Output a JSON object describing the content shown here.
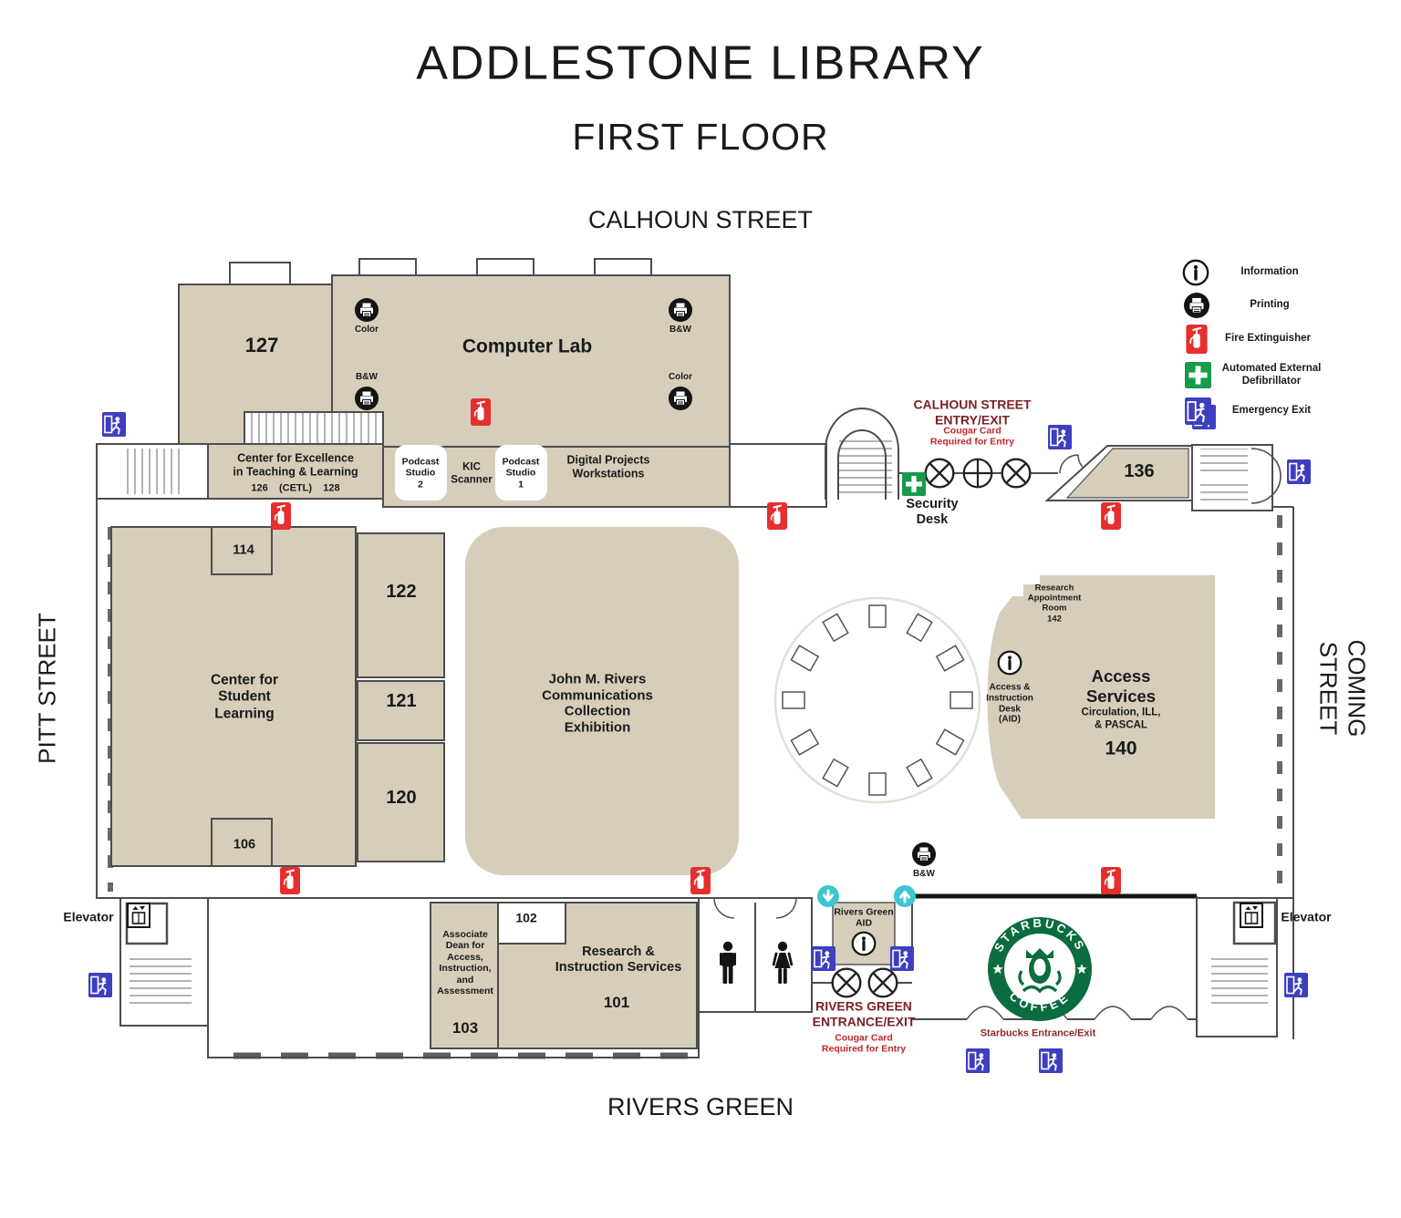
{
  "header": {
    "title": "ADDLESTONE LIBRARY",
    "subtitle": "FIRST FLOOR"
  },
  "streets": {
    "top": "CALHOUN STREET",
    "left": "PITT STREET",
    "right": "COMING STREET",
    "bottom": "RIVERS GREEN"
  },
  "legend": {
    "items": [
      {
        "icon": "information-icon",
        "label": "Information"
      },
      {
        "icon": "printing-icon",
        "label": "Printing"
      },
      {
        "icon": "fire-extinguisher-icon",
        "label": "Fire Extinguisher"
      },
      {
        "icon": "aed-icon",
        "label": "Automated External\nDefibrillator"
      },
      {
        "icon": "emergency-exit-icon",
        "label": "Emergency Exit"
      }
    ]
  },
  "rooms": {
    "room127": "127",
    "computer_lab": "Computer Lab",
    "cetl": "Center for Excellence\nin Teaching & Learning",
    "cetl_numbers": "126    (CETL)    128",
    "podcast2": "Podcast\nStudio\n2",
    "kic": "KIC\nScanner",
    "podcast1": "Podcast\nStudio\n1",
    "digital_projects": "Digital Projects\nWorkstations",
    "room114": "114",
    "room122": "122",
    "room121": "121",
    "room120": "120",
    "room106": "106",
    "csl": "Center for\nStudent\nLearning",
    "rivers_exhibition": "John M. Rivers\nCommunications\nCollection\nExhibition",
    "room136": "136",
    "research_appt": "Research\nAppointment\nRoom\n142",
    "aid_desk": "Access &\nInstruction\nDesk\n(AID)",
    "access_services": "Access\nServices",
    "access_sub": "Circulation, ILL,\n& PASCAL",
    "room140": "140",
    "assoc_dean": "Associate\nDean for\nAccess,\nInstruction,\nand\nAssessment",
    "room103": "103",
    "room102": "102",
    "research_instruction": "Research &\nInstruction Services",
    "room101": "101",
    "rivers_green_aid": "Rivers Green\nAID"
  },
  "annotations": {
    "security_desk": "Security\nDesk",
    "calhoun_entry": "CALHOUN STREET\nENTRY/EXIT",
    "calhoun_cougar": "Cougar Card\nRequired for Entry",
    "rivers_entry": "RIVERS GREEN\nENTRANCE/EXIT",
    "rivers_cougar": "Cougar Card\nRequired for Entry",
    "starbucks_entry": "Starbucks Entrance/Exit",
    "elevator_left": "Elevator",
    "elevator_right": "Elevator"
  },
  "printers": {
    "lab_top_left": "Color",
    "lab_bottom_left": "B&W",
    "lab_top_right": "B&W",
    "lab_bottom_right": "Color",
    "lobby": "B&W"
  },
  "starbucks": {
    "top": "STARBUCKS",
    "bottom": "COFFEE"
  },
  "colors": {
    "room_fill": "#D6CDBB",
    "wall": "#4D4D4D",
    "maroon_text": "#7B2125",
    "red_text": "#C0272B",
    "exit_blue": "#3E3EC0",
    "fire_red": "#E62E2C",
    "aed_green": "#169C4A",
    "arrow_cyan": "#3EC6D0",
    "starbucks_green": "#0A6C3F"
  }
}
